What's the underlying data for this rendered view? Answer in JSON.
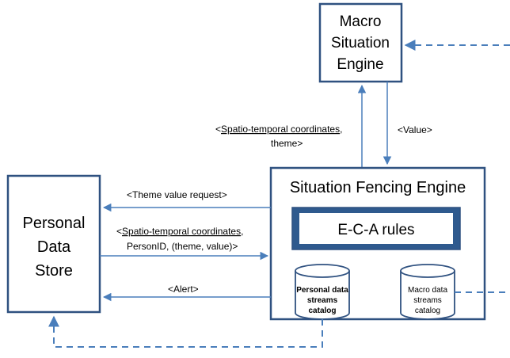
{
  "boxes": {
    "macro_engine": [
      "Macro",
      "Situation",
      "Engine"
    ],
    "fencing_engine": "Situation Fencing Engine",
    "eca_rules": "E-C-A rules",
    "personal_store": [
      "Personal",
      "Data",
      "Store"
    ]
  },
  "catalogs": {
    "personal": [
      "Personal data",
      "streams",
      "catalog"
    ],
    "macro": [
      "Macro data",
      "streams",
      "catalog"
    ]
  },
  "arrows": {
    "to_macro": {
      "open": "<",
      "underlined": "Spatio-temporal coordinates",
      "close": ",",
      "line2": "theme>"
    },
    "value": "<Value>",
    "theme_request": "<Theme value request>",
    "to_fencing": {
      "open": "<",
      "underlined": "Spatio-temporal coordinates",
      "close": ",",
      "line2": "PersonID, (theme, value)>"
    },
    "alert": "<Alert>"
  },
  "colors": {
    "box_stroke": "#2f5180",
    "arrow": "#4a7ebb",
    "dashed": "#4a7ebb"
  }
}
